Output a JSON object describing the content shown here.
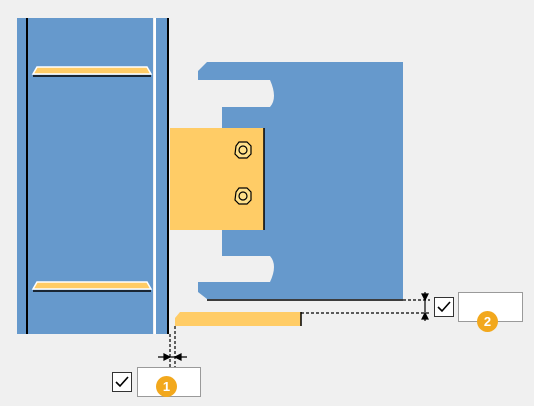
{
  "colors": {
    "background": "#f0f0f0",
    "steel": "#6699cc",
    "plate": "#ffcc66",
    "outline": "#000000",
    "badge": "#f2a81d"
  },
  "params": [
    {
      "id": "1",
      "badge": "1",
      "checked": true,
      "value": ""
    },
    {
      "id": "2",
      "badge": "2",
      "checked": true,
      "value": ""
    }
  ]
}
